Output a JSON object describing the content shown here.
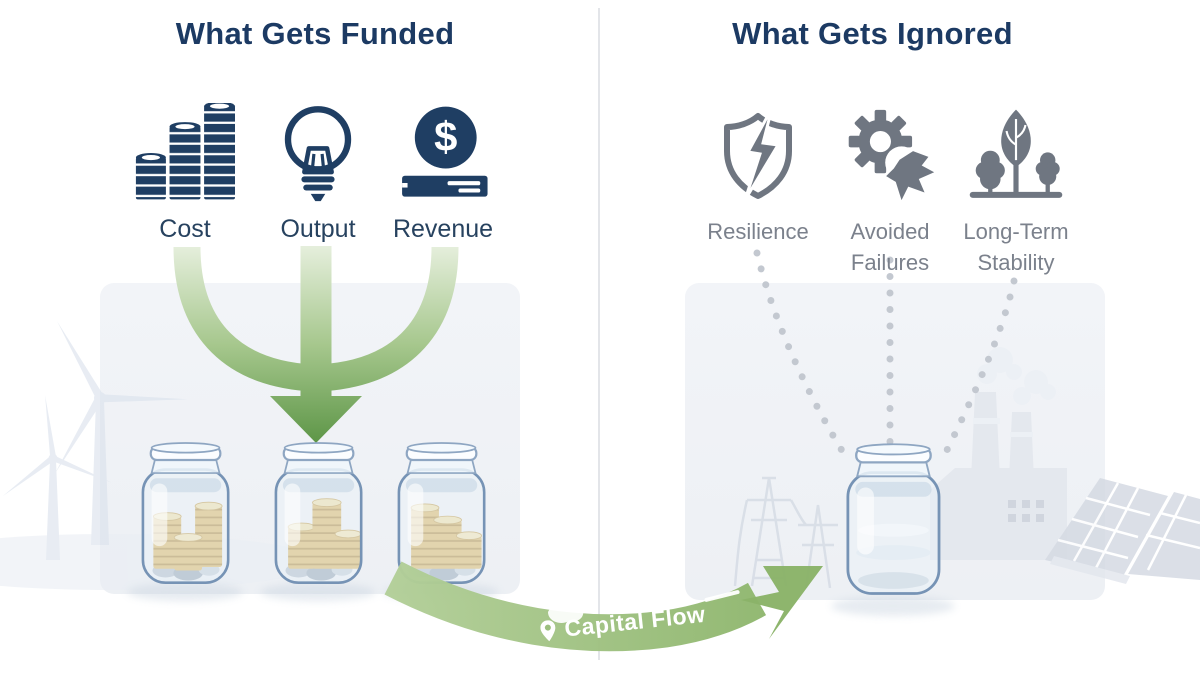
{
  "left_panel": {
    "title": "What Gets Funded",
    "items": [
      {
        "label": "Cost",
        "icon": "coin-stacks-icon"
      },
      {
        "label": "Output",
        "icon": "lightbulb-icon"
      },
      {
        "label": "Revenue",
        "icon": "dollar-tray-icon"
      }
    ]
  },
  "right_panel": {
    "title": "What Gets Ignored",
    "items": [
      {
        "label": "Resilience",
        "icon": "shield-lightning-icon"
      },
      {
        "label": "Avoided Failures",
        "icon": "broken-gear-icon"
      },
      {
        "label": "Long-Term Stability",
        "icon": "trees-icon"
      }
    ]
  },
  "flow_arrow": {
    "label": "Capital Flow"
  },
  "colors": {
    "navy": "#1f3e63",
    "grey_icon": "#6f7681",
    "grey_label": "#7b818c",
    "funnel_green_dark": "#5c9546",
    "funnel_green_light": "#e3eeda",
    "ribbon_green": "#9cbf7f",
    "panel_grey": "#f1f3f7",
    "coin_gold": "#dcbc72",
    "jar_stroke": "#7693b5",
    "dot_grey": "#c3c8d0"
  }
}
